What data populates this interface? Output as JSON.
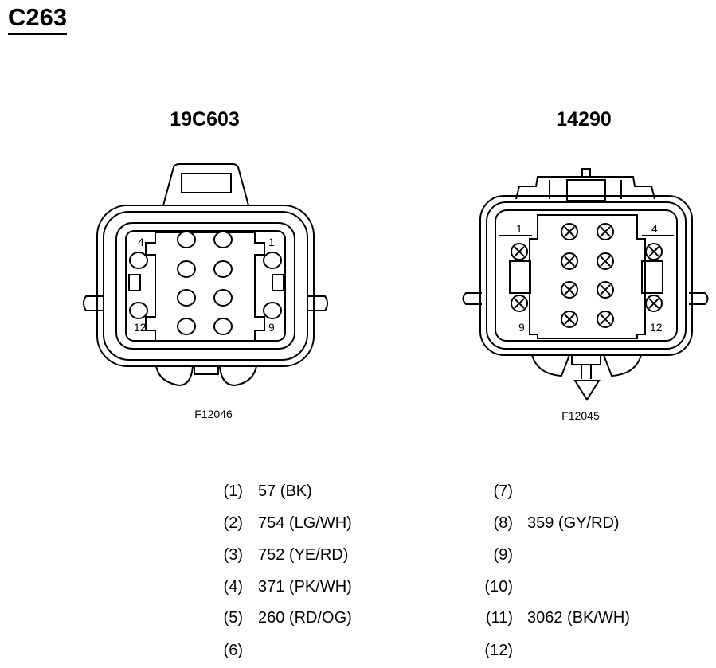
{
  "page": {
    "title": "C263"
  },
  "connectors": [
    {
      "name": "19C603",
      "figure_id": "F12046",
      "cavity_labels": [
        "4",
        "1",
        "12",
        "9"
      ]
    },
    {
      "name": "14290",
      "figure_id": "F12045",
      "cavity_labels": [
        "1",
        "4",
        "9",
        "12"
      ]
    }
  ],
  "pinout": {
    "left": [
      {
        "pin": "(1)",
        "wire": "57 (BK)"
      },
      {
        "pin": "(2)",
        "wire": "754 (LG/WH)"
      },
      {
        "pin": "(3)",
        "wire": "752 (YE/RD)"
      },
      {
        "pin": "(4)",
        "wire": "371 (PK/WH)"
      },
      {
        "pin": "(5)",
        "wire": "260 (RD/OG)"
      },
      {
        "pin": "(6)",
        "wire": ""
      }
    ],
    "right": [
      {
        "pin": "(7)",
        "wire": ""
      },
      {
        "pin": "(8)",
        "wire": "359 (GY/RD)"
      },
      {
        "pin": "(9)",
        "wire": ""
      },
      {
        "pin": "(10)",
        "wire": ""
      },
      {
        "pin": "(11)",
        "wire": "3062 (BK/WH)"
      },
      {
        "pin": "(12)",
        "wire": ""
      }
    ]
  }
}
